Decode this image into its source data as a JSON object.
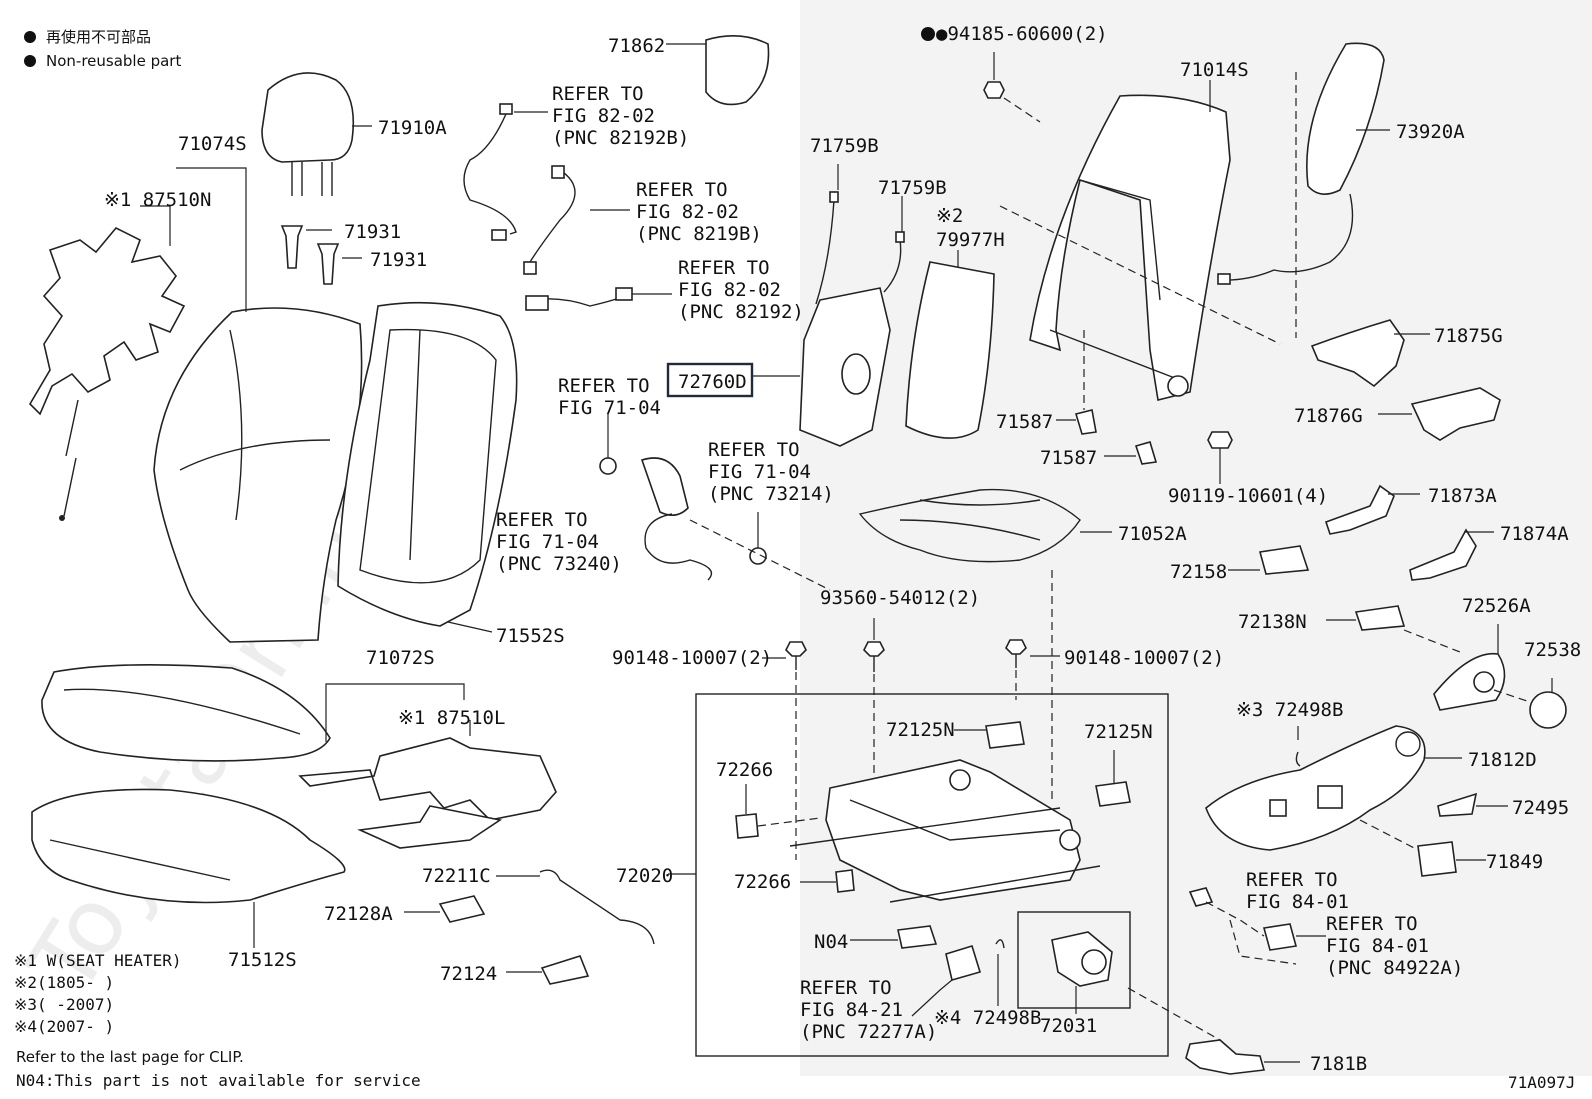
{
  "legend": {
    "items": [
      {
        "symbol": "●",
        "text": "再使用不可部品"
      },
      {
        "symbol": "●",
        "text": "Non-reusable part"
      }
    ]
  },
  "labels": {
    "p71862": "71862",
    "p94185": "●94185-60600(2)",
    "p71014S": "71014S",
    "p71910A": "71910A",
    "p71074S": "71074S",
    "p87510N": "※1 87510N",
    "p71931a": "71931",
    "p71931b": "71931",
    "p71759Ba": "71759B",
    "p71759Bb": "71759B",
    "p79977H_note": "※2",
    "p79977H": "79977H",
    "p73920A": "73920A",
    "p71875G": "71875G",
    "p71876G": "71876G",
    "p72760D": "72760D",
    "p71587a": "71587",
    "p71587b": "71587",
    "p90119": "90119-10601(4)",
    "p71873A": "71873A",
    "p71874A": "71874A",
    "p71052A": "71052A",
    "p72158": "72158",
    "p72138N": "72138N",
    "p72526A": "72526A",
    "p72538": "72538",
    "p71552S": "71552S",
    "p93560": "93560-54012(2)",
    "p90148a": "90148-10007(2)",
    "p90148b": "90148-10007(2)",
    "p71072S": "71072S",
    "p87510L": "※1 87510L",
    "p72125Na": "72125N",
    "p72125Nb": "72125N",
    "p72498Ba": "※3 72498B",
    "p71812D": "71812D",
    "p72266a": "72266",
    "p72266b": "72266",
    "p72495": "72495",
    "p71849": "71849",
    "p72211C": "72211C",
    "p72020": "72020",
    "p72128A": "72128A",
    "p71512S": "71512S",
    "pN04": "N04",
    "p72124": "72124",
    "p72498Bb": "※4 72498B",
    "p72031": "72031",
    "p7181B": "7181B",
    "diagram_id": "71A097J"
  },
  "refs": {
    "r1": [
      "REFER TO",
      "FIG 82-02",
      "(PNC 82192B)"
    ],
    "r2": [
      "REFER TO",
      "FIG 82-02",
      "(PNC 8219B)"
    ],
    "r3": [
      "REFER TO",
      "FIG 82-02",
      "(PNC 82192)"
    ],
    "r4": [
      "REFER TO",
      "FIG 71-04"
    ],
    "r5": [
      "REFER TO",
      "FIG 71-04",
      "(PNC 73214)"
    ],
    "r6": [
      "REFER TO",
      "FIG 71-04",
      "(PNC 73240)"
    ],
    "r7": [
      "REFER TO",
      "FIG 84-01"
    ],
    "r8": [
      "REFER TO",
      "FIG 84-01",
      "(PNC 84922A)"
    ],
    "r9": [
      "REFER TO",
      "FIG 84-21",
      "(PNC 72277A)"
    ]
  },
  "notes": [
    "※1  W(SEAT HEATER)",
    "※2(1805-      )",
    "※3(      -2007)",
    "※4(2007-      )",
    "Refer to the last page for CLIP.",
    "N04:This part is not available for service"
  ],
  "watermark": "ToyotaOnline.ru"
}
